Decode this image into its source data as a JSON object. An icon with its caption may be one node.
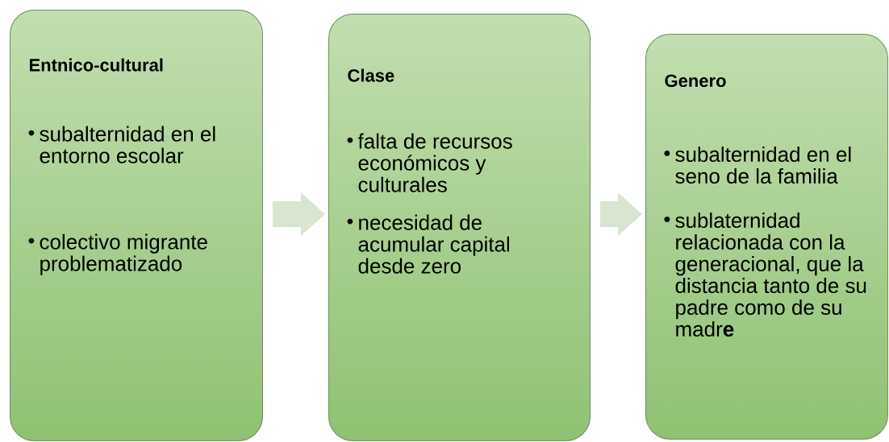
{
  "diagram": {
    "nodes": [
      {
        "text": [
          "Entnico-cultural",
          "subalternidad en el entorno escolar",
          "colectivo migrante problematizado"
        ]
      },
      {
        "text": [
          "Clase",
          "falta de recursos económicos y culturales",
          "necesidad de acumular capital desde zero"
        ]
      },
      {
        "text": [
          "Genero",
          "subalternidad en el seno de la familia",
          "sublaternidad relacionada con la generacional, que la distancia tanto de su padre como de su madr**e**"
        ]
      }
    ],
    "edges": [
      {
        "from": 0,
        "to": 1,
        "arrow": "to"
      },
      {
        "from": 1,
        "to": 2,
        "arrow": "to"
      }
    ]
  }
}
